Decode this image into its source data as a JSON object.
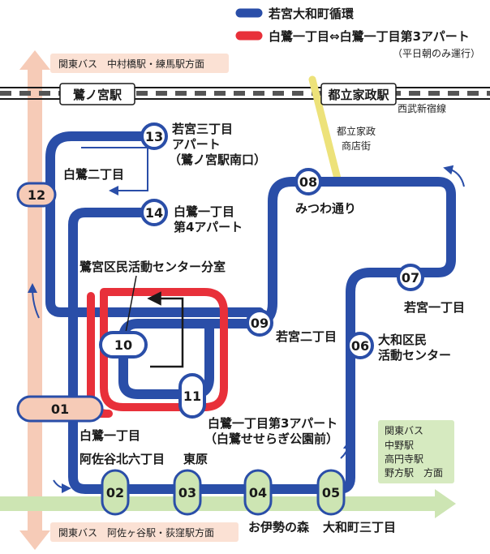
{
  "legend": {
    "loop_label": "若宮大和町循環",
    "weekday_label": "白鷺一丁目⇔白鷺一丁目第3アパート",
    "weekday_note": "（平日朝のみ運行）",
    "loop_color": "#2a4ea8",
    "weekday_color": "#e8303a"
  },
  "railway": {
    "station_left": "鷺ノ宮駅",
    "station_right": "都立家政駅",
    "line_name": "西武新宿線"
  },
  "street": {
    "name_line1": "都立家政",
    "name_line2": "商店街"
  },
  "kanto_bus": {
    "top": "関東バス　中村橋駅・練馬駅方面",
    "bottom": "関東バス　阿佐ヶ谷駅・荻窪駅方面",
    "right_title": "関東バス",
    "right_line1": "中野駅",
    "right_line2": "高円寺駅",
    "right_line3": "野方駅　方面"
  },
  "stops": {
    "s01": {
      "num": "01",
      "name": "白鷺一丁目"
    },
    "s02": {
      "num": "02",
      "name": "阿佐谷北六丁目"
    },
    "s03": {
      "num": "03",
      "name": "東原"
    },
    "s04": {
      "num": "04",
      "name": "お伊勢の森"
    },
    "s05": {
      "num": "05",
      "name": "大和町三丁目"
    },
    "s06": {
      "num": "06",
      "name_line1": "大和区民",
      "name_line2": "活動センター"
    },
    "s07": {
      "num": "07",
      "name": "若宮一丁目"
    },
    "s08": {
      "num": "08",
      "name": "みつわ通り"
    },
    "s09": {
      "num": "09",
      "name": "若宮二丁目"
    },
    "s10": {
      "num": "10",
      "name": "鷺宮区民活動センター分室"
    },
    "s11": {
      "num": "11",
      "name_line1": "白鷺一丁目第3アパート",
      "name_line2": "（白鷺せせらぎ公園前）"
    },
    "s12": {
      "num": "12",
      "name": "白鷺二丁目"
    },
    "s13": {
      "num": "13",
      "name_line1": "若宮三丁目",
      "name_line2": "アパート",
      "name_line3": "（鷺ノ宮駅南口）"
    },
    "s14": {
      "num": "14",
      "name_line1": "白鷺一丁目",
      "name_line2": "第4アパート"
    }
  }
}
